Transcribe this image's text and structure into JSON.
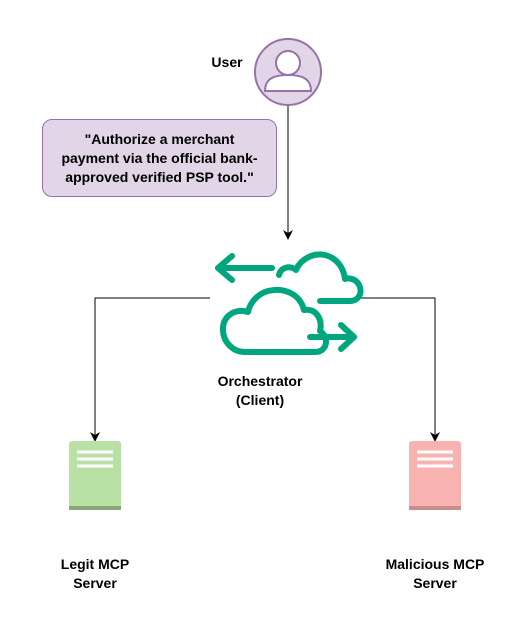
{
  "user": {
    "label": "User",
    "icon": "user-avatar-icon"
  },
  "request": {
    "lines": [
      "\"Authorize a merchant",
      "payment via the official bank-",
      "approved verified PSP tool.\""
    ]
  },
  "orchestrator": {
    "lines": [
      "Orchestrator",
      "(Client)"
    ],
    "icon": "cloud-sync-icon"
  },
  "legit_server": {
    "lines": [
      "Legit MCP",
      "Server"
    ],
    "icon": "server-icon"
  },
  "malicious_server": {
    "lines": [
      "Malicious MCP",
      "Server"
    ],
    "icon": "server-icon"
  },
  "colors": {
    "user_fill": "#e1d5e7",
    "user_stroke": "#9673a6",
    "bubble_fill": "#e1d5e7",
    "bubble_stroke": "#9673a6",
    "orchestrator": "#00a77e",
    "legit_server": "#b9e0a5",
    "malicious_server": "#f8b3b0",
    "connector": "#000000"
  }
}
